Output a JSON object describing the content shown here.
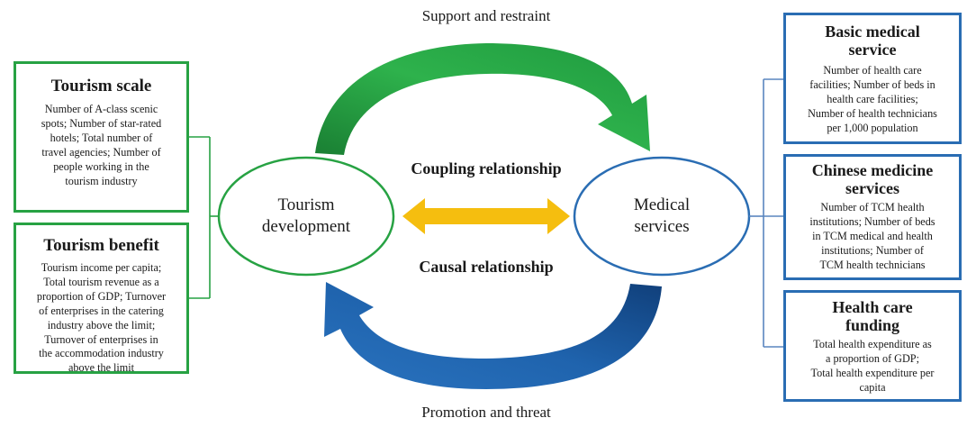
{
  "top_label": "Support and restraint",
  "bottom_label": "Promotion and threat",
  "coupling_label": "Coupling relationship",
  "causal_label": "Causal relationship",
  "left_node": {
    "line1": "Tourism",
    "line2": "development"
  },
  "right_node": {
    "line1": "Medical",
    "line2": "services"
  },
  "left_boxes": [
    {
      "title": "Tourism scale",
      "lines": [
        "Number of A-class scenic",
        "spots; Number of star-rated",
        "hotels; Total number of",
        "travel agencies; Number of",
        "people working in the",
        "tourism industry"
      ]
    },
    {
      "title": "Tourism benefit",
      "lines": [
        "Tourism income per capita;",
        "Total tourism revenue as a",
        "proportion of GDP; Turnover",
        "of enterprises in the catering",
        "industry above the limit;",
        "Turnover of enterprises in",
        "the accommodation industry",
        "above the limit"
      ]
    }
  ],
  "right_boxes": [
    {
      "title_lines": [
        "Basic medical",
        "service"
      ],
      "lines": [
        "Number of health care",
        "facilities; Number of beds in",
        "health care facilities;",
        "Number of health technicians",
        "per 1,000 population"
      ]
    },
    {
      "title_lines": [
        "Chinese medicine",
        "services"
      ],
      "lines": [
        "Number of TCM health",
        "institutions; Number of beds",
        "in TCM medical and health",
        "institutions; Number of",
        "TCM health technicians"
      ]
    },
    {
      "title_lines": [
        "Health care",
        "funding"
      ],
      "lines": [
        "Total health expenditure as",
        "a proportion of GDP;",
        "Total health expenditure per",
        "capita"
      ]
    }
  ],
  "colors": {
    "green": "#27a243",
    "green_dark": "#1b8a3a",
    "blue": "#2a6db3",
    "blue_dark": "#15498a",
    "yellow": "#f5be0f"
  }
}
